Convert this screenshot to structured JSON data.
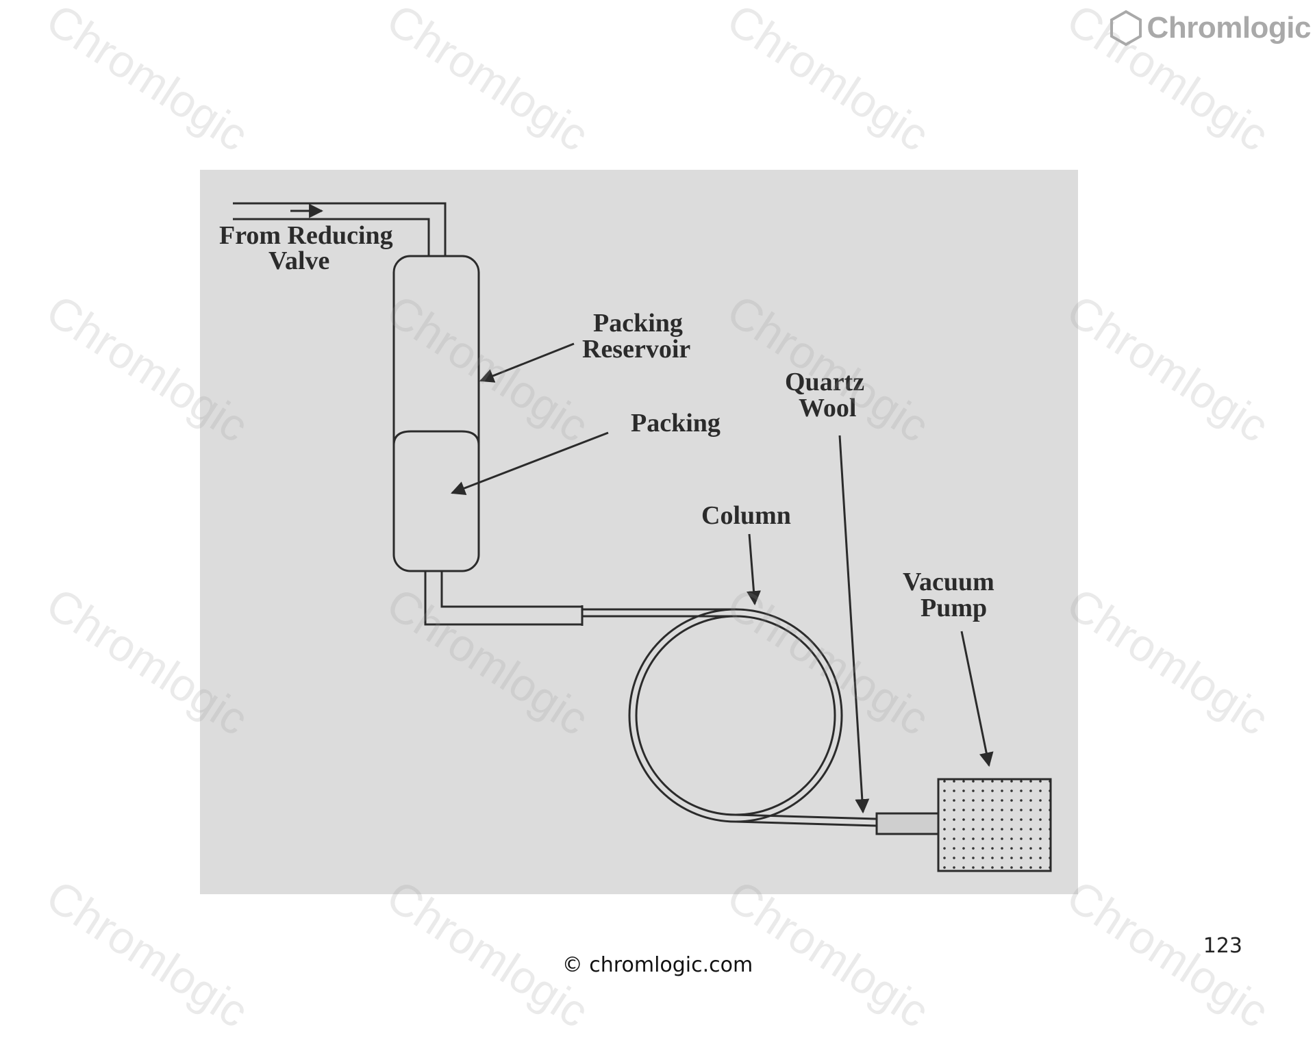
{
  "brand": {
    "name": "Chromlogic",
    "watermark_text": "Chromlogic",
    "colors": {
      "watermark": "#969696",
      "logo": "#a9a9a9",
      "figure_bg": "#dcdcdc",
      "ink": "#2b2b2b"
    }
  },
  "diagram": {
    "labels": {
      "from_reducing": "From Reducing",
      "valve": "Valve",
      "packing_line1": "Packing",
      "reservoir": "Reservoir",
      "packing": "Packing",
      "quartz": "Quartz",
      "wool": "Wool",
      "column": "Column",
      "vacuum": "Vacuum",
      "pump": "Pump"
    },
    "icons": [
      "arrow-icon",
      "dot-pattern-icon"
    ]
  },
  "footer": {
    "copyright": "© chromlogic.com",
    "page_number": "123"
  }
}
